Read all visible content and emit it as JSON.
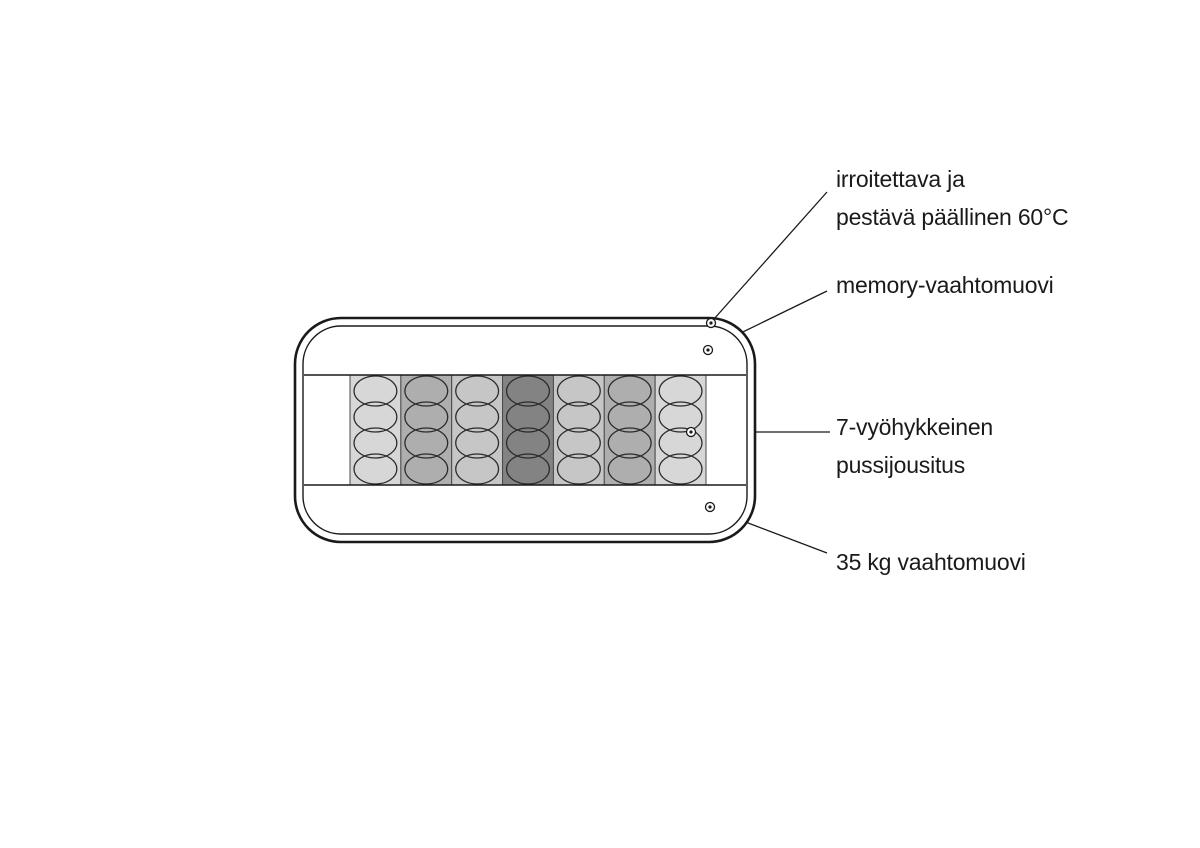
{
  "diagram": {
    "title_hint": "mattress-cross-section",
    "labels": {
      "cover_line1": "irroitettava ja",
      "cover_line2": "pestävä päällinen 60°C",
      "memory": "memory-vaahtomuovi",
      "springs_line1": "7-vyöhykkeinen",
      "springs_line2": "pussijousitus",
      "foam": "35 kg vaahtomuovi"
    },
    "zones_count": 7,
    "colors": {
      "line": "#1a1a1a",
      "coil_stroke": "#2b2b2b",
      "zone_border": "#4a4a4a",
      "zone_shades": [
        "#d7d7d7",
        "#aeaeae",
        "#c6c6c6",
        "#838383",
        "#c6c6c6",
        "#aeaeae",
        "#d7d7d7"
      ]
    }
  }
}
